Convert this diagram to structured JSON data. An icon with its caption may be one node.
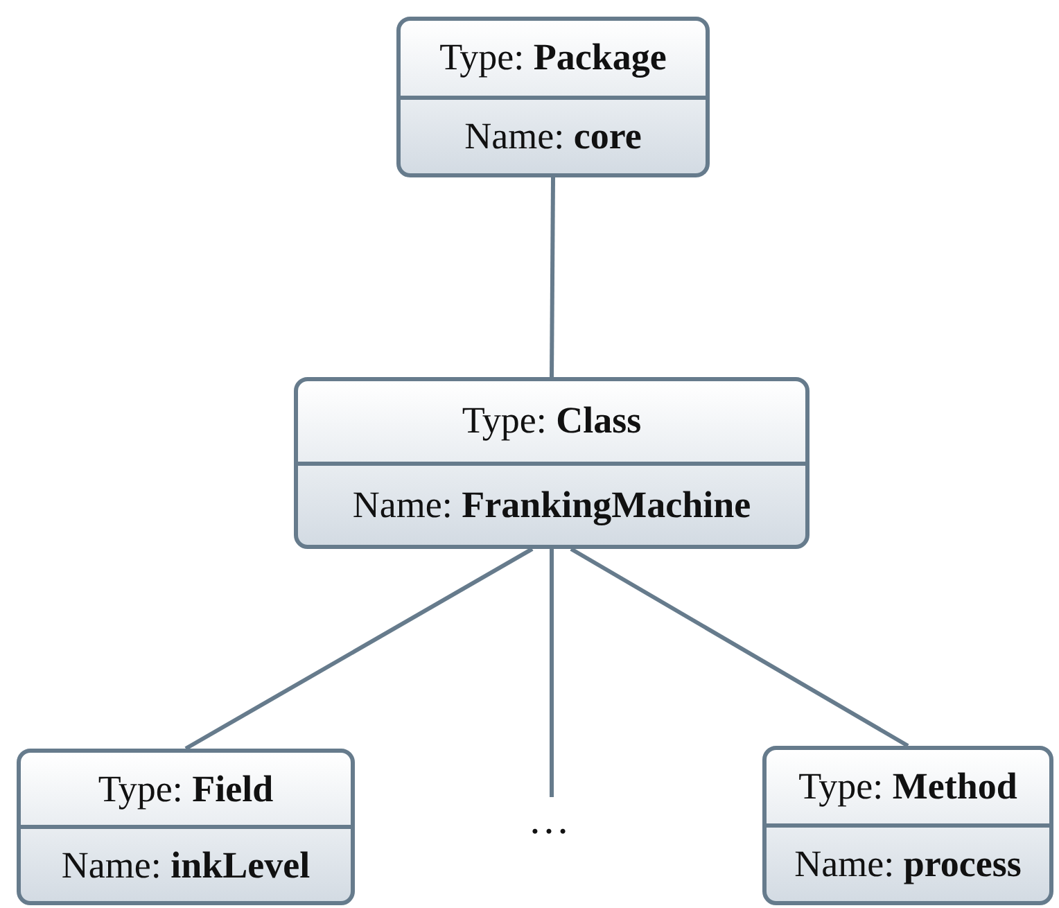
{
  "diagram": {
    "nodes": [
      {
        "text": [
          "Type: **Package**",
          "Name: **core**"
        ]
      },
      {
        "text": [
          "Type: **Class**",
          "Name: **FrankingMachine**"
        ]
      },
      {
        "text": [
          "Type: **Field**",
          "Name: **inkLevel**"
        ]
      },
      {
        "text": [
          "…"
        ]
      },
      {
        "text": [
          "Type: **Method**",
          "Name: **process**"
        ]
      }
    ],
    "edges": [
      {
        "from": 0,
        "to": 1,
        "arrow": "none"
      },
      {
        "from": 1,
        "to": 2,
        "arrow": "none"
      },
      {
        "from": 1,
        "to": 3,
        "arrow": "none"
      },
      {
        "from": 1,
        "to": 4,
        "arrow": "none"
      }
    ]
  }
}
